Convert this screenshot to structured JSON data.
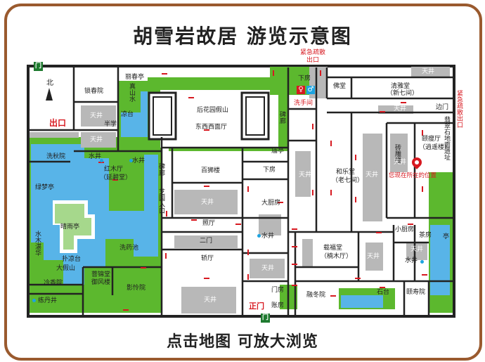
{
  "title": "胡雪岩故居 游览示意图",
  "bottom_caption": "点击地图 可放大浏览",
  "colors": {
    "frame": "#9a5a2e",
    "wall": "#222222",
    "water": "#58b4e8",
    "garden": "#5cb82e",
    "roof": "#b8b8b8",
    "route": "#d71920",
    "gate": "#1e7a2f",
    "well": "#1ea4e0"
  },
  "compass": {
    "north": "北"
  },
  "gate_symbol": "门",
  "markers": {
    "you_are_here": "您现在所在的位置",
    "exit": "出口",
    "main_gate": "正门",
    "emergency_exit": "紧急疏散出口",
    "emergency_exit_right": "紧急疏散出口",
    "washroom": "洗手间"
  },
  "labels": {
    "lizhenting": "丽春亭",
    "zhenshanshui": "真山水",
    "liangtai": "凉台",
    "suochunyuan": "锁春院",
    "banhai": "半学",
    "tianjing_1": "天井",
    "tianjing_2": "天井",
    "xiaqiuyuan": "洗秋院",
    "shuijing_1": "水井",
    "shuijing_2": "水井",
    "hongmuting": "红木厅",
    "yanbitang": "（延碧堂）",
    "lvmengting": "绿梦亭",
    "qingyuting": "晴雨亭",
    "shuimuhuanhua": "水木湛华",
    "puliangtai": "扑凉台",
    "dajiashan": "大假山",
    "xiyaochi": "洗药池",
    "lengxiangyuan": "冷香院",
    "lianyujing": "练丹井",
    "xiangxianglou": "菩锦堂",
    "yufenglou": "御风楼",
    "yingyiyuan": "影怜院",
    "beilang_1": "碑廊",
    "zhiyuanrukou": "芝园入口",
    "houhuayuan": "后花园假山",
    "dongxixihuating": "东西西面厅",
    "baishoulou": "百狮楼",
    "tianjing_3": "天井",
    "zhaoting": "照厅",
    "ermen": "二门",
    "jiaoting": "轿厅",
    "tianjing_4": "天井",
    "xiafang_1": "下房",
    "dachufang": "大厨房",
    "shuijing_3": "水井",
    "tianjing_5": "天井",
    "menfang": "门房",
    "zhangfang": "账房",
    "beilang_2": "碑廊",
    "miaoting": "庙亭",
    "xiafang_2": "下房",
    "tianjing_6": "天井",
    "heletang": "和乐堂",
    "laoqijian": "（老七间）",
    "tianjing_7": "天井",
    "fuxitang": "佛堂",
    "qingyatang": "清雅堂",
    "xinqijian": "（新七间）",
    "tianjing_8": "天井",
    "tianjing_9": "天井",
    "zhuandiaolou": "砖雕楼",
    "tianjing_10": "天井",
    "biannmen": "边门",
    "feicuishi": "翡翠石地面遗址",
    "yuanjuting": "颐瘦厅",
    "xiaoyaolou": "（逍遥楼）",
    "zaifutang": "载福堂",
    "nanmuting": "（楠木厅）",
    "tianjing_11": "天井",
    "xiaochufang": "小厨房",
    "chafang": "茶房",
    "tianjing_12": "天井",
    "shuijing_4": "水井",
    "ting": "亭",
    "zhidongyuan": "融冬院",
    "shitai": "石台",
    "xiangaoyuan": "颐寿院"
  }
}
